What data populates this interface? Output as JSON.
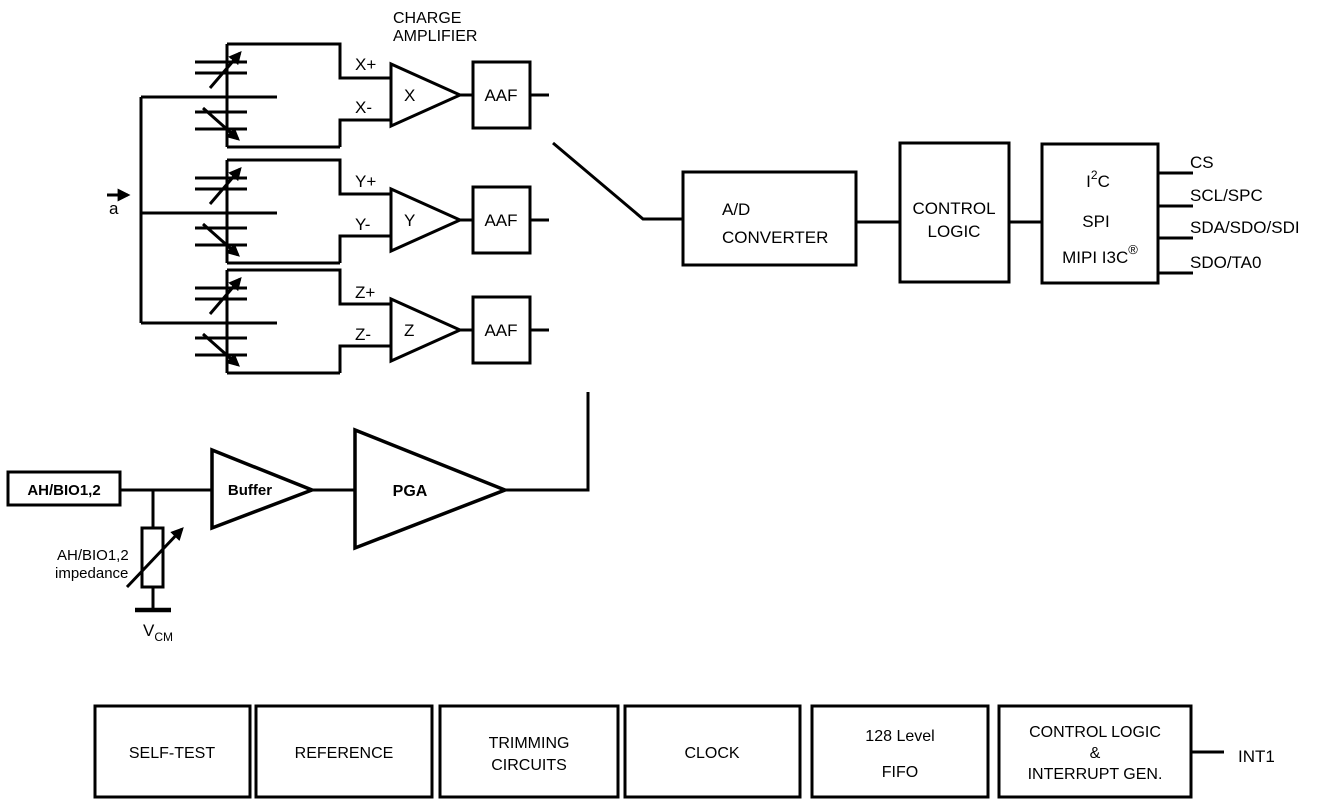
{
  "colors": {
    "ink": "#000000",
    "background": "#ffffff"
  },
  "charge_amplifier": {
    "line1": "CHARGE",
    "line2": "AMPLIFIER"
  },
  "acceleration": {
    "label": "a"
  },
  "sensors": [
    {
      "plus": "X+",
      "minus": "X-",
      "amp": "X",
      "filter": "AAF"
    },
    {
      "plus": "Y+",
      "minus": "Y-",
      "amp": "Y",
      "filter": "AAF"
    },
    {
      "plus": "Z+",
      "minus": "Z-",
      "amp": "Z",
      "filter": "AAF"
    }
  ],
  "adc": {
    "line1": "A/D",
    "line2": "CONVERTER"
  },
  "control_logic": {
    "line1": "CONTROL",
    "line2": "LOGIC"
  },
  "interface": {
    "i2c": {
      "base": "I",
      "sup": "2",
      "tail": "C"
    },
    "spi": "SPI",
    "mipi": {
      "base": "MIPI I3C",
      "sup": "®"
    },
    "pins": [
      "CS",
      "SCL/SPC",
      "SDA/SDO/SDI",
      "SDO/TA0"
    ]
  },
  "aux": {
    "input": "AH/BIO1,2",
    "buffer": "Buffer",
    "pga": "PGA",
    "impedance_line1": "AH/BIO1,2",
    "impedance_line2": "impedance",
    "vcm": {
      "base": "V",
      "sub": "CM"
    }
  },
  "bottom_row": [
    {
      "line1": "SELF-TEST"
    },
    {
      "line1": "REFERENCE"
    },
    {
      "line1": "TRIMMING",
      "line2": "CIRCUITS"
    },
    {
      "line1": "CLOCK"
    },
    {
      "line1": "128 Level",
      "line2": "FIFO"
    },
    {
      "line1": "CONTROL LOGIC",
      "line2": "&",
      "line3": "INTERRUPT GEN."
    }
  ],
  "int1": "INT1"
}
